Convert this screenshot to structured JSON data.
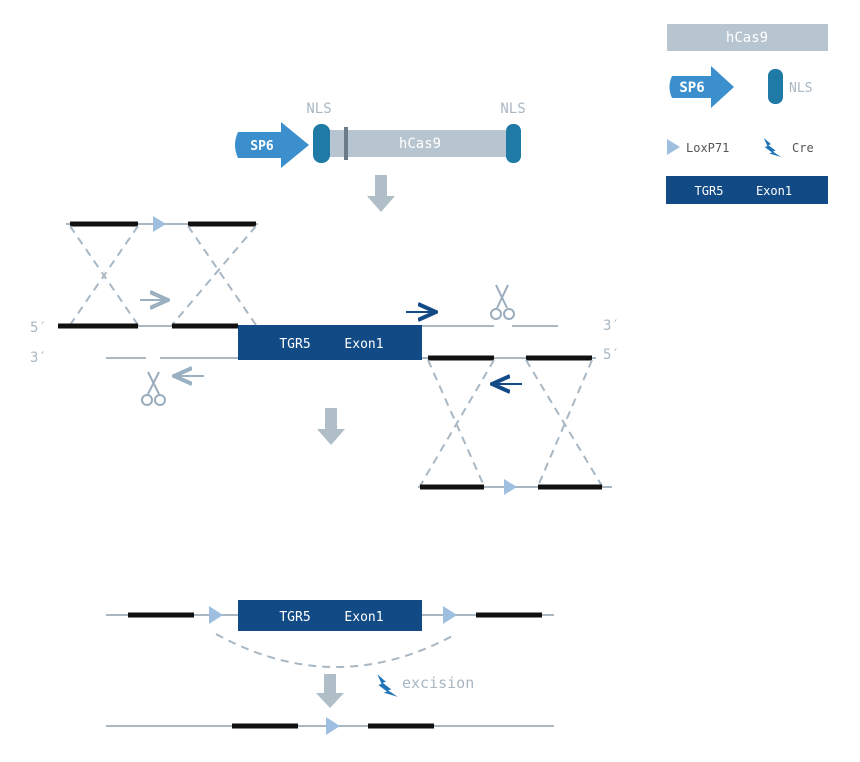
{
  "legend": {
    "hcas9": "hCas9",
    "sp6": "SP6",
    "nls": "NLS",
    "loxp": "LoxP71",
    "cre": "Cre",
    "tgr5": "TGR5",
    "exon": "Exon1"
  },
  "construct": {
    "nls_left": "NLS",
    "nls_right": "NLS",
    "sp6": "SP6",
    "hcas9": "hCas9"
  },
  "targeting": {
    "five_prime_left": "5′",
    "three_prime_left": "3′",
    "three_prime_right": "3′",
    "five_prime_right": "5′",
    "tgr5": "TGR5",
    "exon": "Exon1"
  },
  "floxed": {
    "tgr5": "TGR5",
    "exon": "Exon1"
  },
  "excision_label": "excision",
  "colors": {
    "dark_blue": "#124a85",
    "mid_blue": "#3a8fcc",
    "teal": "#1f7aa6",
    "light_blue": "#9fbfe0",
    "grey_bar": "#b7c5d0",
    "line_grey": "#a9b7c3",
    "black": "#111111"
  }
}
